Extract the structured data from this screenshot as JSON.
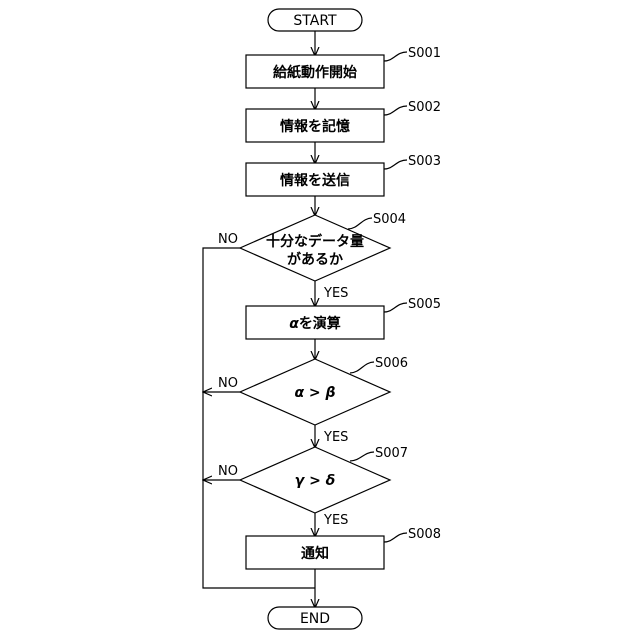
{
  "terminals": {
    "start": "START",
    "end": "END"
  },
  "steps": {
    "s001": {
      "id": "S001",
      "text": "給紙動作開始"
    },
    "s002": {
      "id": "S002",
      "text": "情報を記憶"
    },
    "s003": {
      "id": "S003",
      "text": "情報を送信"
    },
    "s004": {
      "id": "S004",
      "line1": "十分なデータ量",
      "line2": "があるか"
    },
    "s005": {
      "id": "S005",
      "symbol": "α",
      "text": "を演算"
    },
    "s006": {
      "id": "S006",
      "text": "α > β"
    },
    "s007": {
      "id": "S007",
      "text": "γ > δ"
    },
    "s008": {
      "id": "S008",
      "text": "通知"
    }
  },
  "branches": {
    "yes": "YES",
    "no": "NO"
  }
}
